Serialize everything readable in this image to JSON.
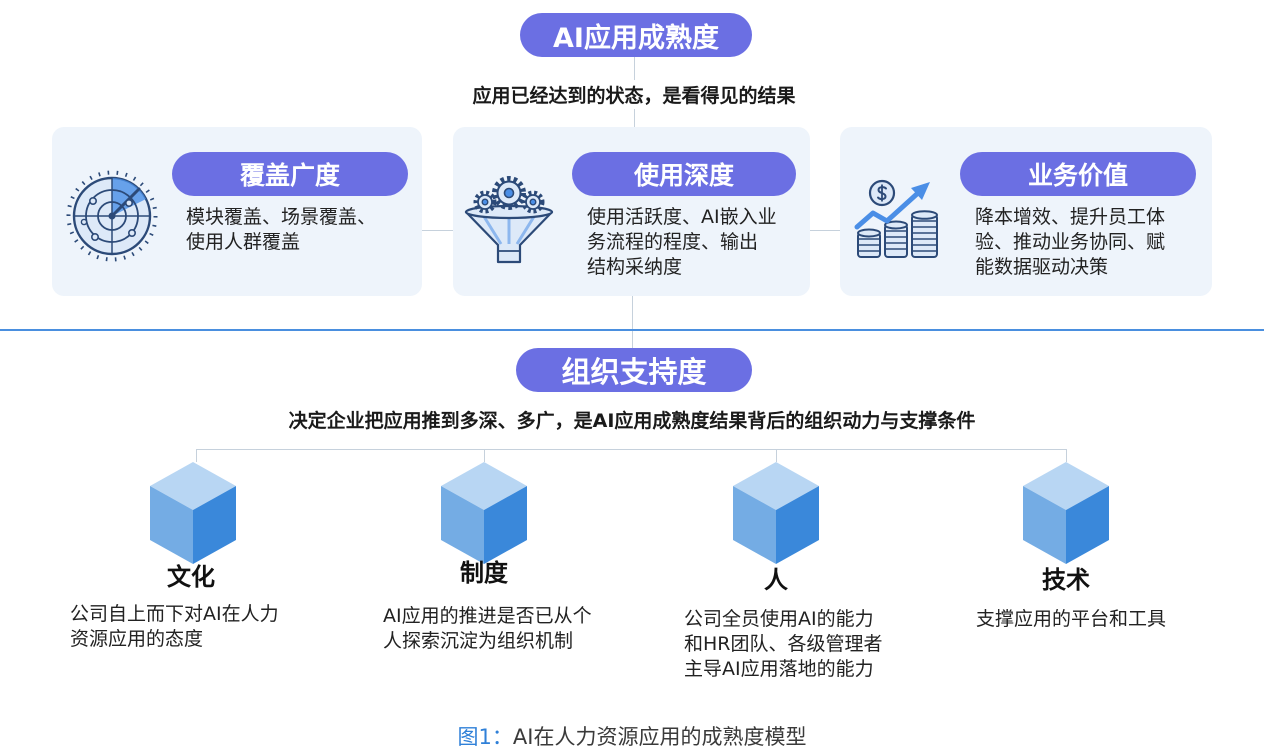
{
  "header": {
    "title": "AI应用成熟度",
    "subtitle": "应用已经达到的状态，是看得见的结果"
  },
  "dimensions": [
    {
      "title": "覆盖广度",
      "icon": "radar-icon",
      "lines": [
        "模块覆盖、场景覆盖、",
        "使用人群覆盖"
      ]
    },
    {
      "title": "使用深度",
      "icon": "funnel-gears-icon",
      "lines": [
        "使用活跃度、AI嵌入业",
        "务流程的程度、输出",
        "结构采纳度"
      ]
    },
    {
      "title": "业务价值",
      "icon": "coins-growth-icon",
      "lines": [
        "降本增效、提升员工体",
        "验、推动业务协同、赋",
        "能数据驱动决策"
      ]
    }
  ],
  "org_support": {
    "title": "组织支持度",
    "subtitle": "决定企业把应用推到多深、多广，是AI应用成熟度结果背后的组织动力与支撑条件",
    "pillars": [
      {
        "name": "文化",
        "icon": "cube-icon",
        "lines": [
          "公司自上而下对AI在人力",
          "资源应用的态度"
        ]
      },
      {
        "name": "制度",
        "icon": "cube-icon",
        "lines": [
          "AI应用的推进是否已从个",
          "人探索沉淀为组织机制"
        ]
      },
      {
        "name": "人",
        "icon": "cube-icon",
        "lines": [
          "公司全员使用AI的能力",
          "和HR团队、各级管理者",
          "主导AI应用落地的能力"
        ]
      },
      {
        "name": "技术",
        "icon": "cube-icon",
        "lines": [
          "支撑应用的平台和工具"
        ]
      }
    ]
  },
  "caption": {
    "label": "图1：",
    "text": "AI在人力资源应用的成熟度模型"
  },
  "colors": {
    "pill": "#6b6fe3",
    "card_bg": "#eef4fb",
    "divider": "#4a8fdf",
    "connector": "#c6d1dc",
    "caption_label": "#2f80d8",
    "cube_top": "#b8d6f3",
    "cube_left": "#74ace4",
    "cube_right": "#3a88da",
    "icon_outline": "#2c4a78",
    "icon_fill": "#dde9f8",
    "icon_accent": "#4a8ee6"
  }
}
